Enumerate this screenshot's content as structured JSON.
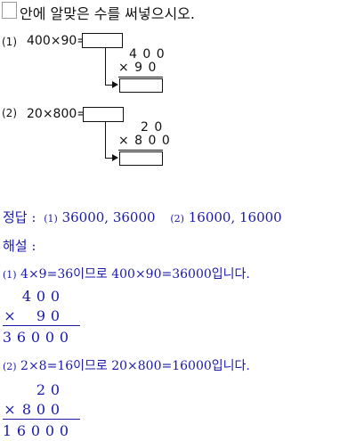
{
  "instruction": "안에 알맞은 수를 써넣으시오.",
  "problems": [
    {
      "label": "(1)",
      "expression": "400×90=",
      "top": "4 0 0",
      "bottom": "× 9 0"
    },
    {
      "label": "(2)",
      "expression": "20×800=",
      "top": "2 0",
      "bottom": "× 8 0 0"
    }
  ],
  "answer": {
    "title": "정답 :",
    "items": [
      {
        "label": "(1)",
        "text": "36000, 36000"
      },
      {
        "label": "(2)",
        "text": "16000, 16000"
      }
    ]
  },
  "explanation": {
    "title": "해설 :",
    "steps": [
      {
        "label": "(1)",
        "text": "4×9=36이므로 400×90=36000입니다.",
        "rows": [
          [
            "",
            "4",
            "0",
            "0"
          ],
          [
            "×",
            "",
            "9",
            "0"
          ],
          [
            "3",
            "6",
            "0",
            "0",
            "0"
          ]
        ]
      },
      {
        "label": "(2)",
        "text": "2×8=16이므로 20×800=16000입니다.",
        "rows": [
          [
            "",
            "",
            "2",
            "0"
          ],
          [
            "×",
            "8",
            "0",
            "0"
          ],
          [
            "1",
            "6",
            "0",
            "0",
            "0"
          ]
        ]
      }
    ]
  }
}
